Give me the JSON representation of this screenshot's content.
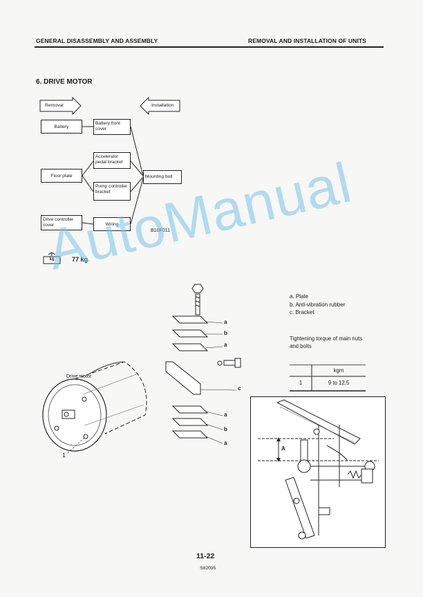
{
  "header": {
    "left": "GENERAL DISASSEMBLY AND ASSEMBLY",
    "right": "REMOVAL AND INSTALLATION OF UNITS"
  },
  "section_title": "6.  DRIVE MOTOR",
  "flow": {
    "removal": "Removal",
    "installation": "Installation",
    "battery": "Battery",
    "battery_front_cover": "Battery front cover",
    "floor_plate": "Floor plate",
    "accelerator_pedal_bracket": "Accelerator pedal bracket",
    "mounting_bolt": "Mounting bolt",
    "pump_controller_bracket": "Pump controller bracket",
    "drive_controller_cover": "Drive controller cover",
    "wiring": "Wiring",
    "figure_code": "B10F011"
  },
  "weight": {
    "icon_label": "kg",
    "value": "77 kg"
  },
  "legend": {
    "a": "a.  Plate",
    "b": "b.  Anti-vibration rubber",
    "c": "c.  Bracket"
  },
  "torque": {
    "heading": "Tightening torque of main nuts and bolts",
    "unit": "kgm",
    "rows": [
      {
        "no": "1",
        "value": "9 to 12.5"
      }
    ]
  },
  "diagram_labels": {
    "drive_motor": "Drive motor",
    "a": "a",
    "b": "b",
    "c": "c",
    "one": "1",
    "A": "A"
  },
  "watermark": "AutoManual",
  "footer": {
    "page": "11-22",
    "code": "S82035"
  }
}
